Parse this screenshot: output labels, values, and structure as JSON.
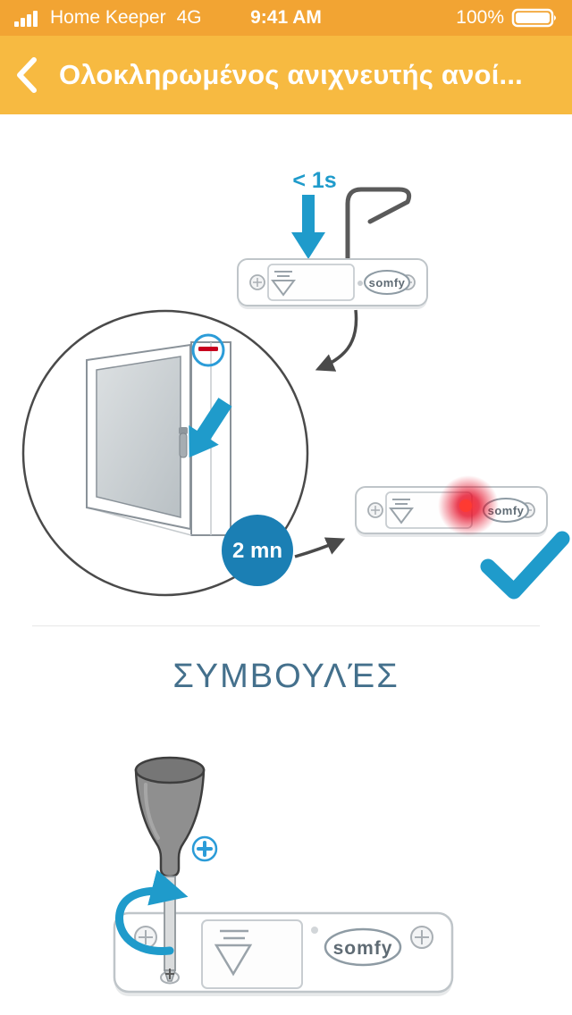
{
  "status_bar": {
    "carrier": "Home Keeper",
    "network": "4G",
    "time": "9:41 AM",
    "battery_percent": "100%"
  },
  "nav": {
    "title": "Ολοκληρωμένος ανιχνευτής ανοί..."
  },
  "diagram": {
    "press_duration": "< 1s",
    "wait_badge": "2 mn",
    "brand": "somfy"
  },
  "tips": {
    "heading": "ΣΥΜΒΟΥΛΈΣ"
  },
  "colors": {
    "status_bar_orange": "#F2A433",
    "nav_orange": "#F7BA41",
    "accent_blue": "#1F9BCB",
    "badge_blue": "#1B7FB4",
    "heading_blue": "#44708C",
    "led_red": "#E3001B",
    "outline_gray": "#BFC5C9"
  }
}
